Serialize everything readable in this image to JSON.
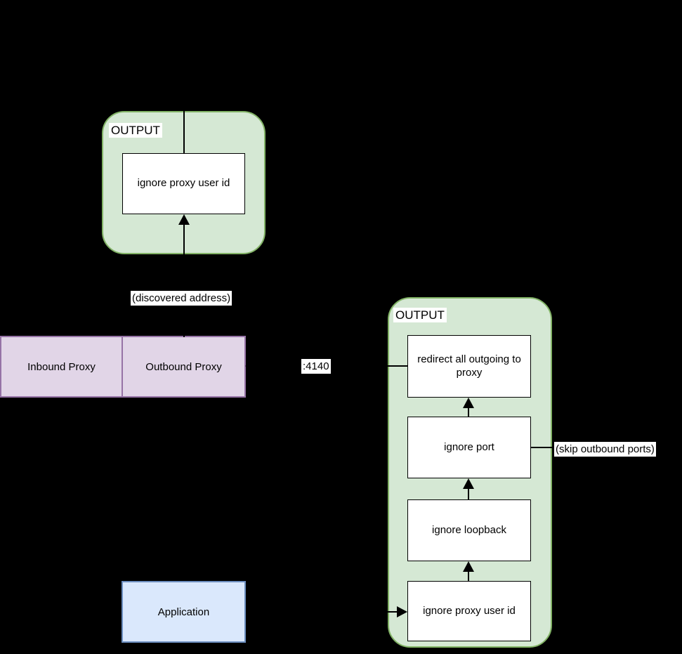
{
  "colors": {
    "background": "#000000",
    "chain_fill": "#d5e8d4",
    "chain_stroke": "#82b366",
    "proxy_fill": "#e1d5e7",
    "proxy_stroke": "#9673a6",
    "app_fill": "#dae8fc",
    "app_stroke": "#6c8ebf",
    "node_fill": "#ffffff",
    "label_bg": "#ffffff",
    "line_color": "#000000",
    "text_color": "#000000"
  },
  "chains": {
    "top": {
      "title": "OUTPUT",
      "nodes": {
        "ignore_proxy_user_id": "ignore proxy user id"
      }
    },
    "outbound": {
      "title": "OUTPUT",
      "nodes": {
        "redirect_all_outgoing": "redirect all outgoing to proxy",
        "ignore_port": "ignore port",
        "ignore_loopback": "ignore loopback",
        "ignore_proxy_user_id": "ignore proxy user id"
      }
    }
  },
  "proxies": {
    "inbound": "Inbound Proxy",
    "outbound": "Outbound Proxy"
  },
  "application": {
    "label": "Application"
  },
  "edge_labels": {
    "discovered_address": "(discovered address)",
    "port_4140": ":4140",
    "skip_outbound_ports": "(skip outbound ports)"
  }
}
